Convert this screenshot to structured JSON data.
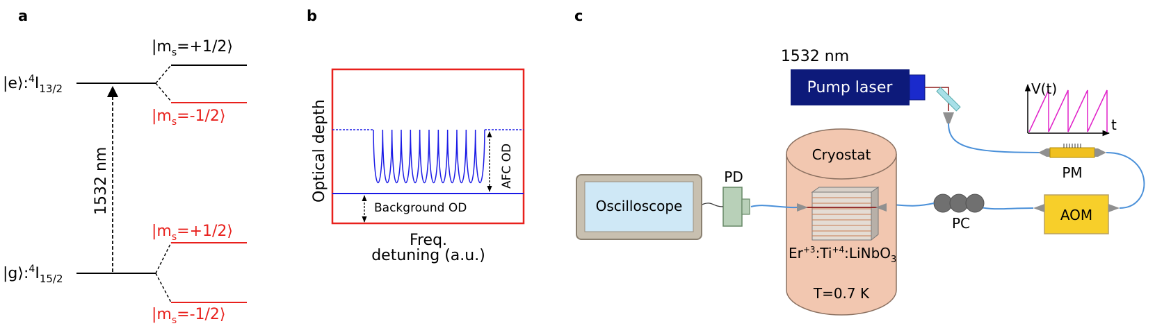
{
  "colors": {
    "black": "#000000",
    "red": "#e8201c",
    "blue": "#1a1ae6",
    "fiber": "#4a90d9",
    "laser_body": "#0d1a7a",
    "laser_head": "#1a2acc",
    "cryostat_fill": "#f2c7b0",
    "cryostat_stroke": "#8a7060",
    "aom_fill": "#f7cf2a",
    "pm_fill": "#f0c020",
    "pd_fill": "#b8d0b8",
    "scope_screen": "#cfe8f6",
    "scope_body": "#c8c0b0",
    "pc_fill": "#707070",
    "ramp": "#e020c8",
    "mirror": "#a8e0e8",
    "pump_wire": "#8b1a1a"
  },
  "panel_a": {
    "label": "a",
    "excited": {
      "ket": "|e⟩",
      "colon": ":",
      "sup": "4",
      "term": "I",
      "sub": "13/2"
    },
    "ground": {
      "ket": "|g⟩",
      "colon": ":",
      "sup": "4",
      "term": "I",
      "sub": "15/2"
    },
    "transition_label": "1532 nm",
    "e_up": {
      "pre": "|m",
      "sub": "s",
      "post": "=+1/2⟩"
    },
    "e_down": {
      "pre": "|m",
      "sub": "s",
      "post": "=-1/2⟩"
    },
    "g_up": {
      "pre": "|m",
      "sub": "s",
      "post": "=+1/2⟩"
    },
    "g_down": {
      "pre": "|m",
      "sub": "s",
      "post": "=-1/2⟩"
    }
  },
  "panel_b": {
    "label": "b",
    "ylabel": "Optical depth",
    "xlabel_line1": "Freq.",
    "xlabel_line2": "detuning (a.u.)",
    "afc_label": "AFC OD",
    "bg_label": "Background OD",
    "comb_teeth": 12
  },
  "panel_c": {
    "label": "c",
    "laser_wavelength": "1532 nm",
    "pump_laser": "Pump laser",
    "vt_label": "V(t)",
    "t_label": "t",
    "pm": "PM",
    "aom": "AOM",
    "pc": "PC",
    "pd": "PD",
    "oscilloscope": "Oscilloscope",
    "cryostat": "Cryostat",
    "crystal": {
      "er": "Er",
      "er_sup": "+3",
      "ti": ":Ti",
      "ti_sup": "+4",
      "lino": ":LiNbO",
      "lino_sub": "3"
    },
    "temperature": "T=0.7 K"
  }
}
